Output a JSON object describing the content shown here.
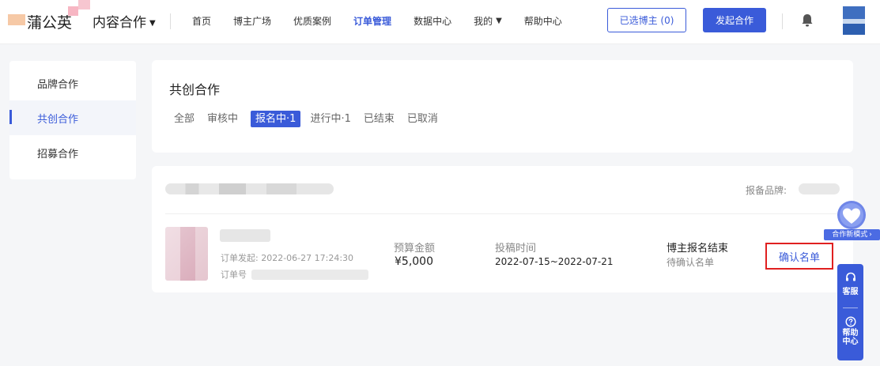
{
  "header": {
    "brand": "蒲公英",
    "business": "内容合作",
    "nav": [
      "首页",
      "博主广场",
      "优质案例",
      "订单管理",
      "数据中心",
      "我的",
      "帮助中心"
    ],
    "active_nav": "订单管理",
    "selected_bloggers_btn": "已选博主 (0)",
    "launch_btn": "发起合作"
  },
  "sidebar": {
    "items": [
      "品牌合作",
      "共创合作",
      "招募合作"
    ],
    "active": "共创合作"
  },
  "filter": {
    "title": "共创合作",
    "tabs": [
      "全部",
      "审核中",
      "报名中·1",
      "进行中·1",
      "已结束",
      "已取消"
    ],
    "active_tab": "报名中·1"
  },
  "order": {
    "report_brand_label": "报备品牌:",
    "date_label": "订单发起: 2022-06-27 17:24:30",
    "order_no_label": "订单号",
    "budget_label": "预算金额",
    "budget_value": "¥5,000",
    "time_label": "投稿时间",
    "time_value": "2022-07-15~2022-07-21",
    "status_main": "博主报名结束",
    "status_sub": "待确认名单",
    "action": "确认名单"
  },
  "floating": {
    "tag": "合作新模式",
    "service": "客服",
    "help": "帮助中心"
  },
  "colors": {
    "accent": "#3a5bd9",
    "highlight_border": "#e02020"
  }
}
